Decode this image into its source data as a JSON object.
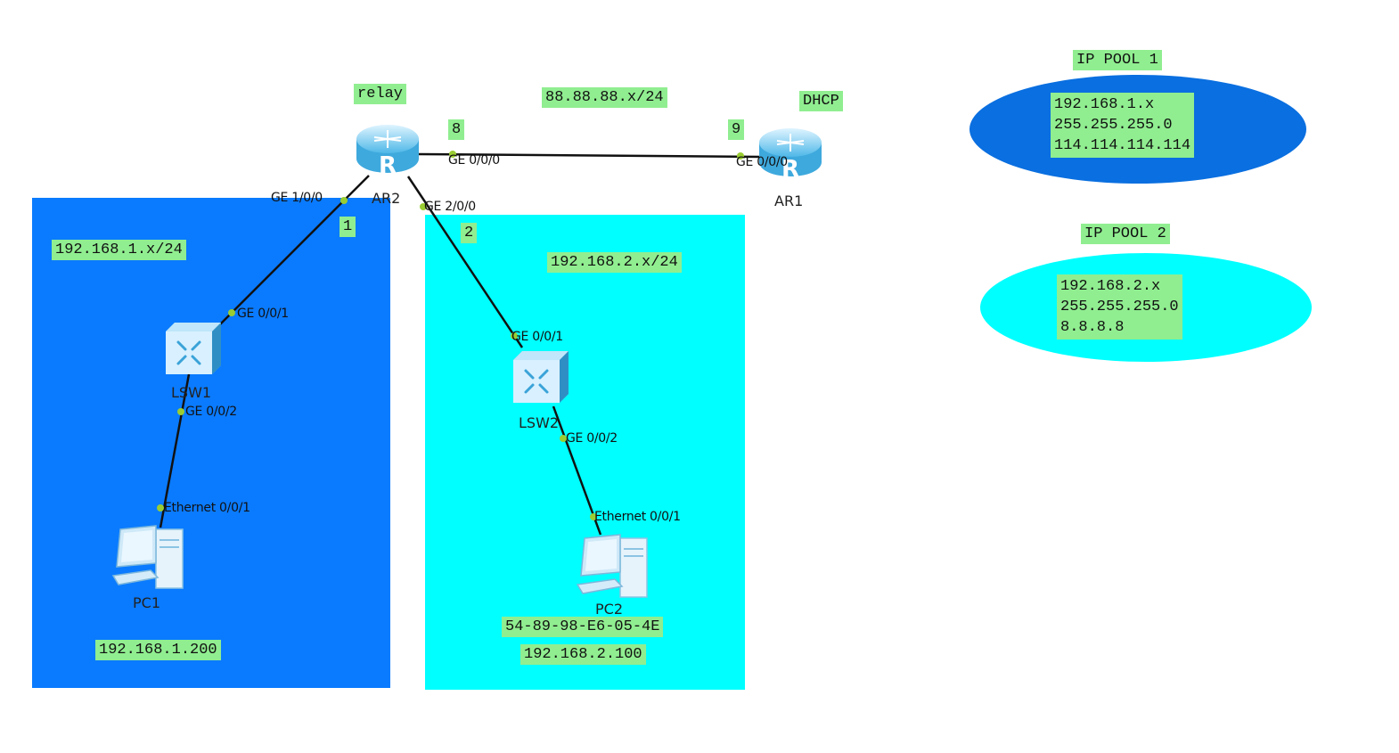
{
  "colors": {
    "zone1": "#0a7bff",
    "zone2": "#00ffff",
    "pool1": "#0a6fe0",
    "pool2": "#00ffff",
    "tag": "#90ee90",
    "link": "#111111",
    "port_dot": "#9acd32"
  },
  "devices": {
    "ar2": {
      "label": "AR2",
      "icon": "router-icon"
    },
    "ar1": {
      "label": "AR1",
      "icon": "router-icon"
    },
    "lsw1": {
      "label": "LSW1",
      "icon": "switch-icon"
    },
    "lsw2": {
      "label": "LSW2",
      "icon": "switch-icon"
    },
    "pc1": {
      "label": "PC1",
      "icon": "pc-icon"
    },
    "pc2": {
      "label": "PC2",
      "icon": "pc-icon"
    }
  },
  "ports": {
    "ar2_ge000": "GE 0/0/0",
    "ar2_ge100": "GE 1/0/0",
    "ar2_ge200": "GE 2/0/0",
    "ar1_ge000": "GE 0/0/0",
    "lsw1_ge001": "GE 0/0/1",
    "lsw1_ge002": "GE 0/0/2",
    "lsw2_ge001": "GE 0/0/1",
    "lsw2_ge002": "GE 0/0/2",
    "pc1_eth": "Ethernet 0/0/1",
    "pc2_eth": "Ethernet 0/0/1"
  },
  "tags": {
    "relay": "relay",
    "dhcp": "DHCP",
    "wan_net": "88.88.88.x/24",
    "wan_ar2": "8",
    "wan_ar1": "9",
    "net1_if": "1",
    "net2_if": "2",
    "net1": "192.168.1.x/24",
    "net2": "192.168.2.x/24",
    "pc1_ip": "192.168.1.200",
    "pc2_mac": "54-89-98-E6-05-4E",
    "pc2_ip": "192.168.2.100"
  },
  "pools": {
    "pool1": {
      "title": "IP POOL 1",
      "network": "192.168.1.x",
      "mask": "255.255.255.0",
      "dns": "114.114.114.114"
    },
    "pool2": {
      "title": "IP POOL 2",
      "network": "192.168.2.x",
      "mask": "255.255.255.0",
      "dns": "8.8.8.8"
    }
  }
}
